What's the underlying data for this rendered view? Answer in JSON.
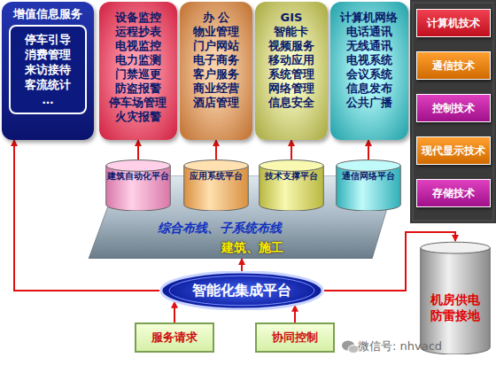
{
  "diagram": {
    "nodes": [
      {
        "text": [
          "增值信息服务"
        ]
      },
      {
        "text": [
          "停车引导 消费管理 来访接待 客流统计 …"
        ],
        "in": 0
      },
      {
        "text": [
          "设备监控 运程抄表 电视监控 电力监测 门禁巡更 防盗报警 停车场管理 火灾报警"
        ]
      },
      {
        "text": [
          "办 公 物业管理 门户网站 电子商务 客户服务 商业经营 酒店管理"
        ]
      },
      {
        "text": [
          "GIS 智能卡 视频服务 移动应用 系统管理 网络管理 信息安全"
        ]
      },
      {
        "text": [
          "计算机网络 电话通讯 无线通讯 电视系统 会议系统 信息发布 公共广播"
        ]
      },
      {
        "text": [
          "计算机技术"
        ]
      },
      {
        "text": [
          "通信技术"
        ]
      },
      {
        "text": [
          "控制技术"
        ]
      },
      {
        "text": [
          "现代显示技术"
        ]
      },
      {
        "text": [
          "存储技术"
        ]
      },
      {
        "text": [
          "综合布线、子系统布线",
          "建筑、施工"
        ]
      },
      {
        "text": [
          "建筑自动化平台"
        ]
      },
      {
        "text": [
          "应用系统平台"
        ]
      },
      {
        "text": [
          "技术支撑平台"
        ]
      },
      {
        "text": [
          "通信网络平台"
        ]
      },
      {
        "text": [
          "智能化集成平台"
        ]
      },
      {
        "text": [
          "服务请求"
        ]
      },
      {
        "text": [
          "协同控制"
        ]
      },
      {
        "text": [
          "机房供电 防雷接地"
        ]
      }
    ],
    "edges": [
      {
        "from": 16,
        "to": 0,
        "arrow": "to"
      },
      {
        "from": 12,
        "to": 2,
        "arrow": "to"
      },
      {
        "from": 13,
        "to": 3,
        "arrow": "to"
      },
      {
        "from": 14,
        "to": 4,
        "arrow": "to"
      },
      {
        "from": 15,
        "to": 5,
        "arrow": "to"
      },
      {
        "from": 16,
        "to": 19,
        "arrow": "to"
      },
      {
        "from": 16,
        "to": 11,
        "arrow": "to"
      },
      {
        "from": 17,
        "to": 16,
        "arrow": "to"
      },
      {
        "from": 18,
        "to": 16,
        "arrow": "to"
      }
    ],
    "labels": [
      "微信号: nhvacd"
    ]
  }
}
